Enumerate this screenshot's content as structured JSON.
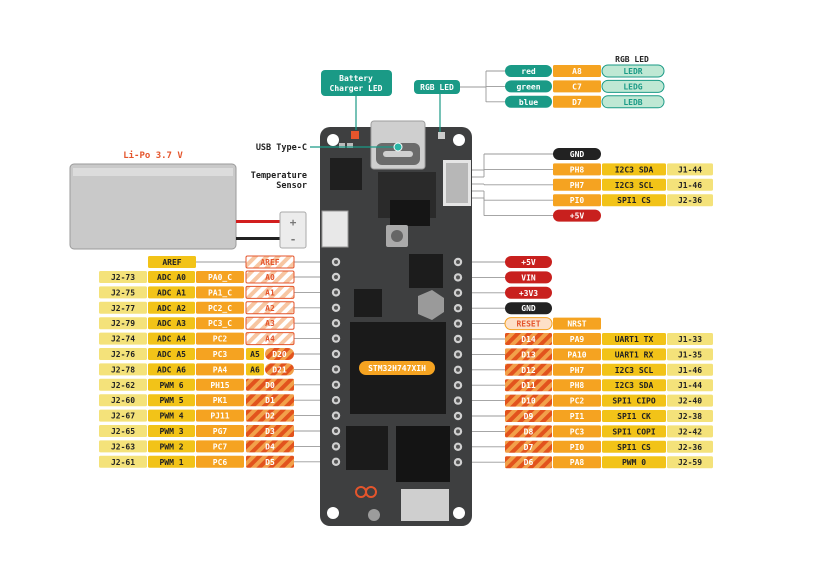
{
  "colors": {
    "yellow": "#f2c318",
    "light_yellow": "#f4e27a",
    "orange": "#f5a321",
    "red": "#c8201e",
    "teal": "#1a9a86",
    "dark": "#222222",
    "board": "#3e3f40",
    "stripe_a": "#e2531d",
    "stripe_b": "#f2a04a",
    "light_green_bg": "#bfe8d4",
    "light_orange_bg": "#fde0c8"
  },
  "annotations": {
    "battery_charger_led": [
      "Battery",
      "Charger LED"
    ],
    "rgb_led_btn": "RGB LED",
    "rgb_led_header": "RGB LED",
    "usb": "USB Type-C",
    "temp_sensor": [
      "Temperature",
      "Sensor"
    ],
    "lipo": "Li-Po 3.7 V",
    "chip": "STM32H747XIH"
  },
  "rgb": [
    {
      "color": "red",
      "port": "A8",
      "led": "LEDR"
    },
    {
      "color": "green",
      "port": "C7",
      "led": "LEDG"
    },
    {
      "color": "blue",
      "port": "D7",
      "led": "LEDB"
    }
  ],
  "top_right": [
    {
      "power": "GND"
    },
    {
      "port": "PH8",
      "func": "I2C3 SDA",
      "conn": "J1-44"
    },
    {
      "port": "PH7",
      "func": "I2C3 SCL",
      "conn": "J1-46"
    },
    {
      "port": "PI0",
      "func": "SPI1 CS",
      "conn": "J2-36"
    },
    {
      "power": "+5V"
    }
  ],
  "right_power": [
    "+5V",
    "VIN",
    "+3V3",
    "GND"
  ],
  "reset": {
    "label": "RESET",
    "port": "NRST"
  },
  "right_pins": [
    {
      "pin": "D14",
      "port": "PA9",
      "func": "UART1 TX",
      "conn": "J1-33"
    },
    {
      "pin": "D13",
      "port": "PA10",
      "func": "UART1 RX",
      "conn": "J1-35"
    },
    {
      "pin": "D12",
      "port": "PH7",
      "func": "I2C3 SCL",
      "conn": "J1-46"
    },
    {
      "pin": "D11",
      "port": "PH8",
      "func": "I2C3 SDA",
      "conn": "J1-44"
    },
    {
      "pin": "D10",
      "port": "PC2",
      "func": "SPI1 CIPO",
      "conn": "J2-40"
    },
    {
      "pin": "D9",
      "port": "PI1",
      "func": "SPI1 CK",
      "conn": "J2-38"
    },
    {
      "pin": "D8",
      "port": "PC3",
      "func": "SPI1 COPI",
      "conn": "J2-42"
    },
    {
      "pin": "D7",
      "port": "PI0",
      "func": "SPI1 CS",
      "conn": "J2-36"
    },
    {
      "pin": "D6",
      "port": "PA8",
      "func": "PWM 0",
      "conn": "J2-59"
    }
  ],
  "aref": {
    "label": "AREF",
    "pin": "AREF"
  },
  "left_pins": [
    {
      "conn": "J2-73",
      "func": "ADC A0",
      "port": "PA0_C",
      "pin": "A0"
    },
    {
      "conn": "J2-75",
      "func": "ADC A1",
      "port": "PA1_C",
      "pin": "A1"
    },
    {
      "conn": "J2-77",
      "func": "ADC A2",
      "port": "PC2_C",
      "pin": "A2"
    },
    {
      "conn": "J2-79",
      "func": "ADC A3",
      "port": "PC3_C",
      "pin": "A3"
    },
    {
      "conn": "J2-74",
      "func": "ADC A4",
      "port": "PC2",
      "pin": "A4"
    },
    {
      "conn": "J2-76",
      "func": "ADC A5",
      "port": "PC3",
      "pin": "D20",
      "alt": "A5"
    },
    {
      "conn": "J2-78",
      "func": "ADC A6",
      "port": "PA4",
      "pin": "D21",
      "alt": "A6"
    },
    {
      "conn": "J2-62",
      "func": "PWM 6",
      "port": "PH15",
      "pin": "D0"
    },
    {
      "conn": "J2-60",
      "func": "PWM 5",
      "port": "PK1",
      "pin": "D1"
    },
    {
      "conn": "J2-67",
      "func": "PWM 4",
      "port": "PJ11",
      "pin": "D2"
    },
    {
      "conn": "J2-65",
      "func": "PWM 3",
      "port": "PG7",
      "pin": "D3"
    },
    {
      "conn": "J2-63",
      "func": "PWM 2",
      "port": "PC7",
      "pin": "D4"
    },
    {
      "conn": "J2-61",
      "func": "PWM 1",
      "port": "PC6",
      "pin": "D5"
    }
  ]
}
